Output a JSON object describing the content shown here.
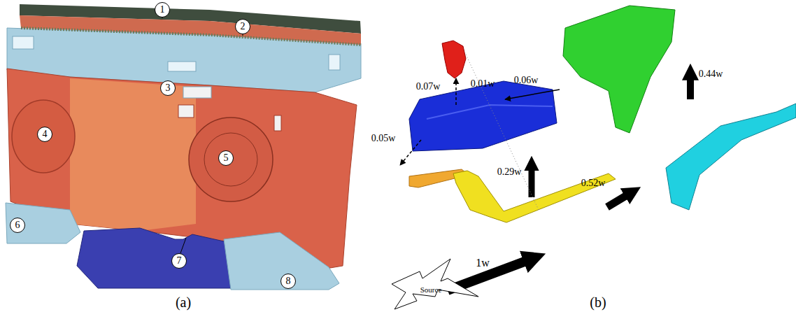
{
  "diagram": {
    "nodes": [
      {
        "text": [
          "1"
        ]
      },
      {
        "text": [
          "2"
        ]
      },
      {
        "text": [
          "3"
        ]
      },
      {
        "text": [
          "4"
        ]
      },
      {
        "text": [
          "5"
        ]
      },
      {
        "text": [
          "6"
        ]
      },
      {
        "text": [
          "7"
        ]
      },
      {
        "text": [
          "8"
        ]
      },
      {
        "text": [
          "Source"
        ]
      }
    ],
    "labels": [
      "(a)",
      "0.07w",
      "0.01w",
      "0.06w",
      "0.05w",
      "0.29w",
      "0.52w",
      "0.44w",
      "1w",
      "(b)"
    ]
  }
}
